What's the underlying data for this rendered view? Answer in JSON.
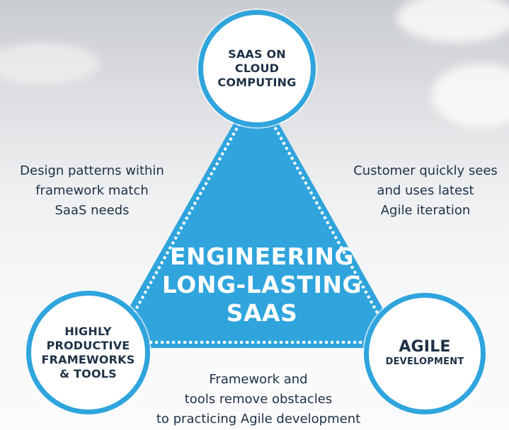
{
  "center_title": "ENGINEERING\nLONG-LASTING\nSAAS",
  "nodes": {
    "top": "SAAS ON\nCLOUD\nCOMPUTING",
    "left": "HIGHLY\nPRODUCTIVE\nFRAMEWORKS\n& TOOLS",
    "right_main": "AGILE",
    "right_sub": "DEVELOPMENT"
  },
  "edges": {
    "left": "Design patterns within\nframework match\nSaaS needs",
    "right": "Customer quickly sees\nand uses latest\nAgile iteration",
    "bottom": "Framework and\ntools remove obstacles\nto practicing Agile development"
  },
  "colors": {
    "triangle": "#2fa4dd",
    "dash": "#ffffff",
    "text": "#1f3146"
  }
}
